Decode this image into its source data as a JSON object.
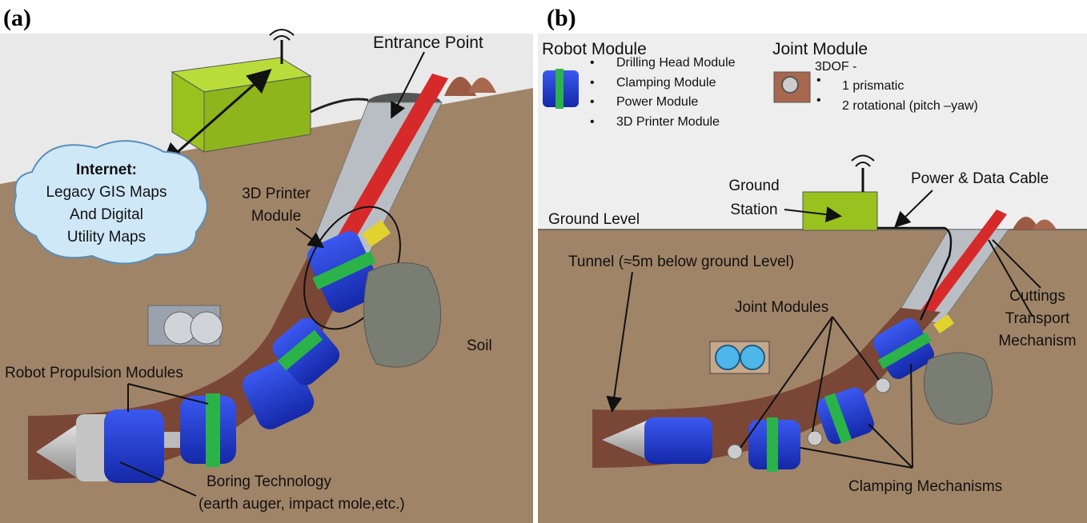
{
  "panel_a": {
    "label": "(a)",
    "entrance_point": "Entrance Point",
    "internet_title": "Internet:",
    "internet_line1": "Legacy GIS Maps",
    "internet_line2": "And Digital",
    "internet_line3": "Utility Maps",
    "printer_line1": "3D Printer",
    "printer_line2": "Module",
    "soil": "Soil",
    "propulsion": "Robot Propulsion Modules",
    "boring_line1": "Boring Technology",
    "boring_line2": "(earth auger, impact mole,etc.)"
  },
  "panel_b": {
    "label": "(b)",
    "robot_module_title": "Robot Module",
    "robot_modules": [
      "Drilling Head Module",
      "Clamping Module",
      "Power Module",
      "3D Printer Module"
    ],
    "joint_module_title": "Joint Module",
    "joint_dof": "3DOF -",
    "joint_items": [
      "1 prismatic",
      "2 rotational (pitch –yaw)"
    ],
    "ground_station_line1": "Ground",
    "ground_station_line2": "Station",
    "power_cable": "Power & Data Cable",
    "ground_level": "Ground Level",
    "tunnel": "Tunnel (≈5m below ground Level)",
    "joint_modules": "Joint Modules",
    "cuttings_line1": "Cuttings",
    "cuttings_line2": "Transport",
    "cuttings_line3": "Mechanism",
    "clamping": "Clamping Mechanisms"
  },
  "colors": {
    "soil": "#a08468",
    "sky": "#eeeeee",
    "tunnel": "#7a4636",
    "module_blue": "#1f3ed8",
    "clamp_green": "#2bb34a",
    "station_green": "#99c21f",
    "cable_red": "#d62a2a",
    "cloud": "#cfe8f8"
  }
}
